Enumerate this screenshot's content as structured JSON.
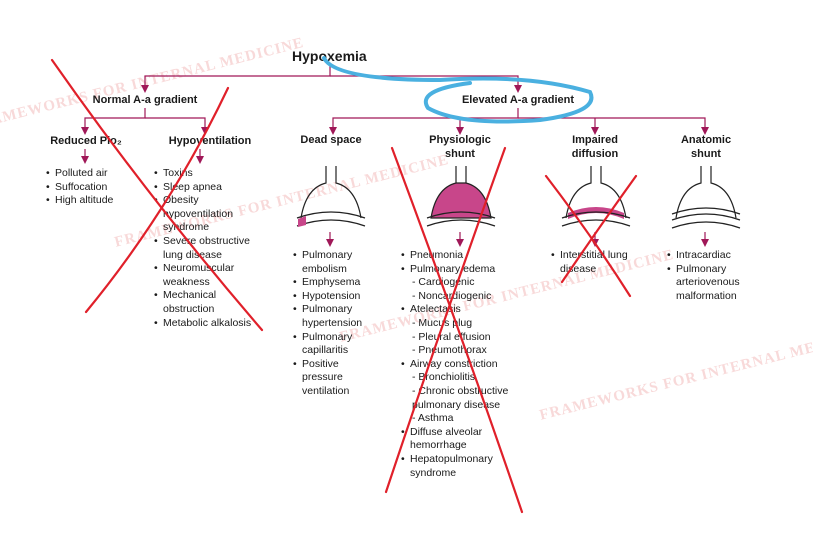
{
  "title": "Hypoxemia",
  "branches": {
    "normal": {
      "label": "Normal A-a gradient"
    },
    "elevated": {
      "label": "Elevated A-a gradient"
    }
  },
  "causes": [
    {
      "id": "reduced-pio2",
      "label": "Reduced Pio₂",
      "items": [
        "Polluted air",
        "Suffocation",
        "High altitude"
      ]
    },
    {
      "id": "hypoventilation",
      "label": "Hypoventilation",
      "items": [
        "Toxins",
        "Sleep apnea",
        "Obesity hypoventilation syndrome",
        "Severe obstructive lung disease",
        "Neuromuscular weakness",
        "Mechanical obstruction",
        "Metabolic alkalosis"
      ]
    },
    {
      "id": "dead-space",
      "label": "Dead space",
      "items": [
        "Pulmonary embolism",
        "Emphysema",
        "Hypotension",
        "Pulmonary hypertension",
        "Pulmonary capillaritis",
        "Positive pressure ventilation"
      ]
    },
    {
      "id": "physiologic-shunt",
      "label": "Physiologic shunt",
      "items": [
        {
          "text": "Pneumonia"
        },
        {
          "text": "Pulmonary edema",
          "sub": [
            "Cardiogenic",
            "Noncardiogenic"
          ]
        },
        {
          "text": "Atelectasis",
          "sub": [
            "Mucus plug",
            "Pleural effusion",
            "Pneumothorax"
          ]
        },
        {
          "text": "Airway constriction",
          "sub": [
            "Bronchiolitis",
            "Chronic obstructive pulmonary disease",
            "Asthma"
          ]
        },
        {
          "text": "Diffuse alveolar hemorrhage"
        },
        {
          "text": "Hepatopulmonary syndrome"
        }
      ]
    },
    {
      "id": "impaired-diffusion",
      "label": "Impaired diffusion",
      "items": [
        "Interstitial lung disease"
      ]
    },
    {
      "id": "anatomic-shunt",
      "label": "Anatomic shunt",
      "items": [
        "Intracardiac",
        "Pulmonary arteriovenous malformation"
      ]
    }
  ],
  "watermark": "FRAMEWORKS FOR INTERNAL MEDICINE",
  "colors": {
    "connector": "#a01858",
    "fill": "#c8468a",
    "annotation_red": "#e0202a",
    "annotation_blue": "#4ab0e0",
    "watermark": "#e88a8a"
  }
}
